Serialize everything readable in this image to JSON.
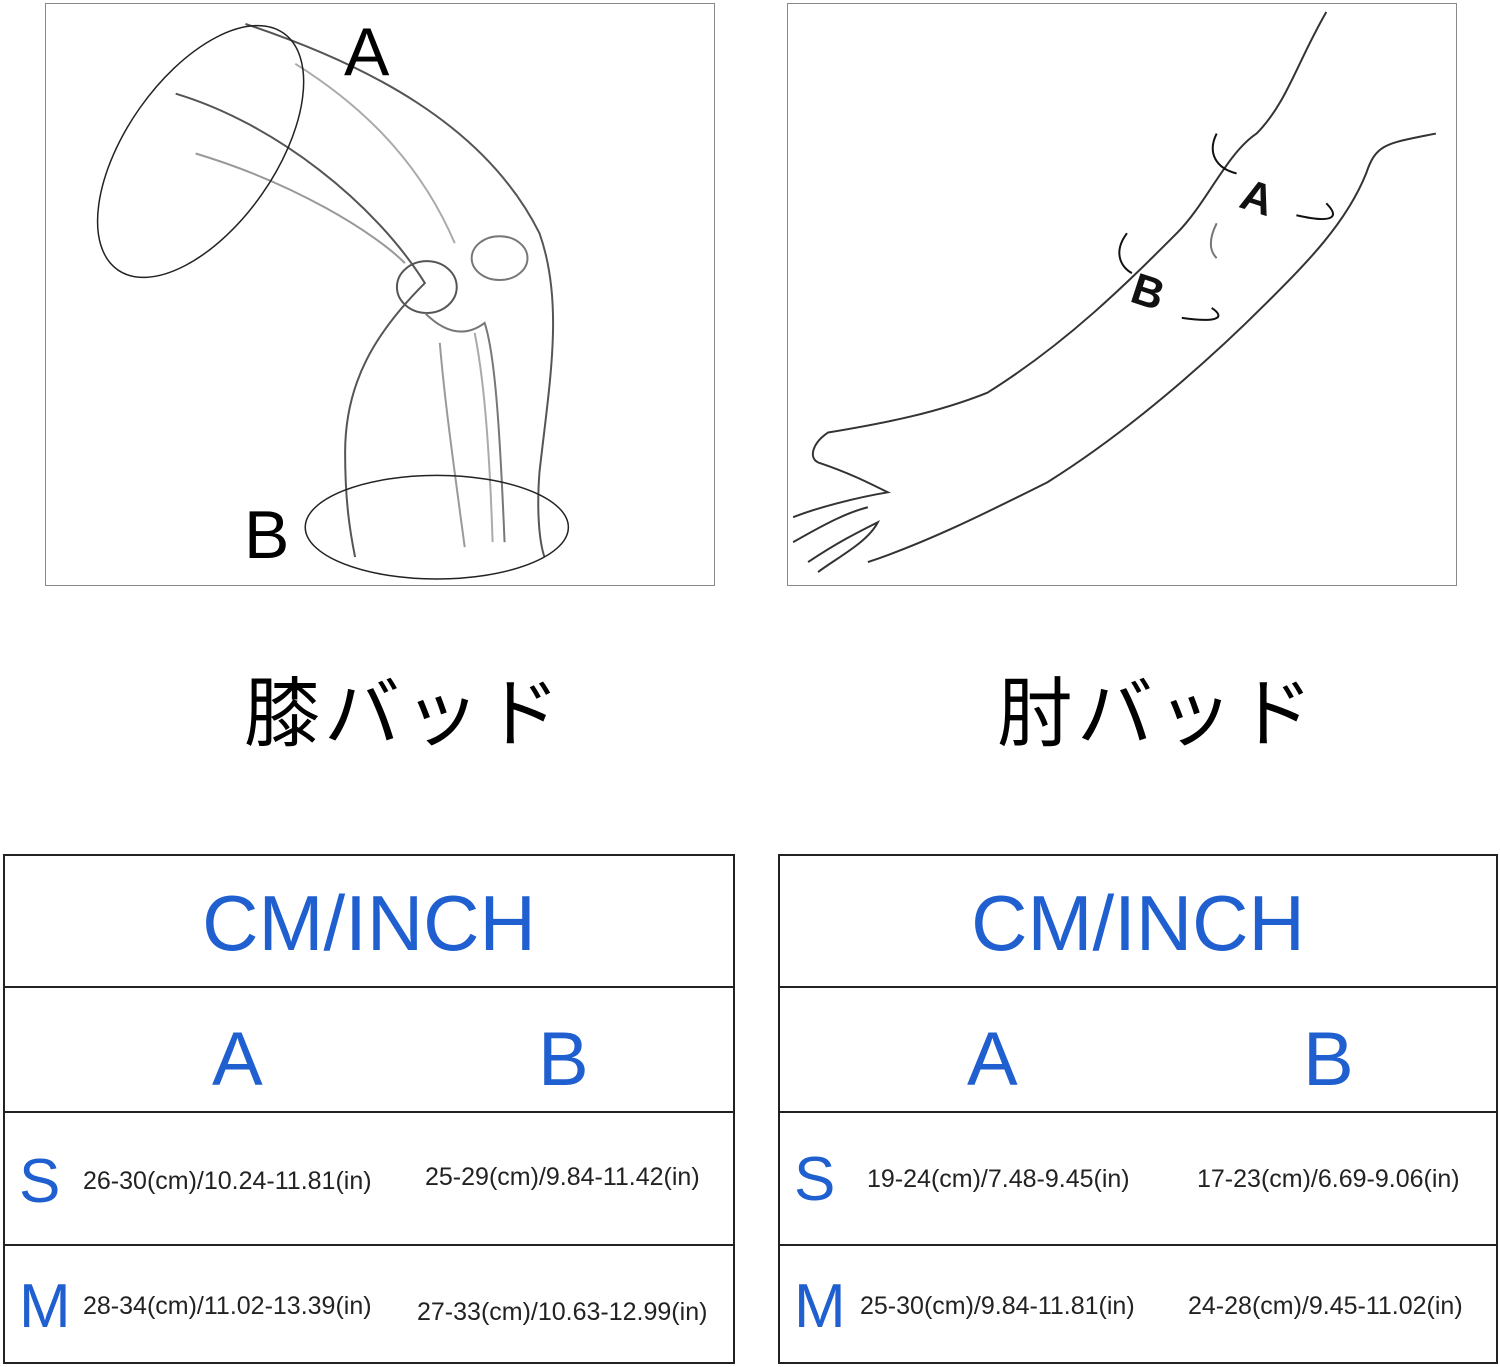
{
  "knee": {
    "title": "膝バッド",
    "diagram_letters": {
      "a": "A",
      "b": "B"
    },
    "table": {
      "unit": "CM/INCH",
      "col_a": "A",
      "col_b": "B",
      "rows": [
        {
          "size": "S",
          "a": "26-30(cm)/10.24-11.81(in)",
          "b": "25-29(cm)/9.84-11.42(in)"
        },
        {
          "size": "M",
          "a": "28-34(cm)/11.02-13.39(in)",
          "b": "27-33(cm)/10.63-12.99(in)"
        }
      ]
    }
  },
  "elbow": {
    "title": "肘バッド",
    "diagram_letters": {
      "a": "A",
      "b": "B"
    },
    "table": {
      "unit": "CM/INCH",
      "col_a": "A",
      "col_b": "B",
      "rows": [
        {
          "size": "S",
          "a": "19-24(cm)/7.48-9.45(in)",
          "b": "17-23(cm)/6.69-9.06(in)"
        },
        {
          "size": "M",
          "a": "25-30(cm)/9.84-11.81(in)",
          "b": "24-28(cm)/9.45-11.02(in)"
        }
      ]
    }
  },
  "colors": {
    "accent": "#1f5fcf",
    "border": "#222222"
  }
}
